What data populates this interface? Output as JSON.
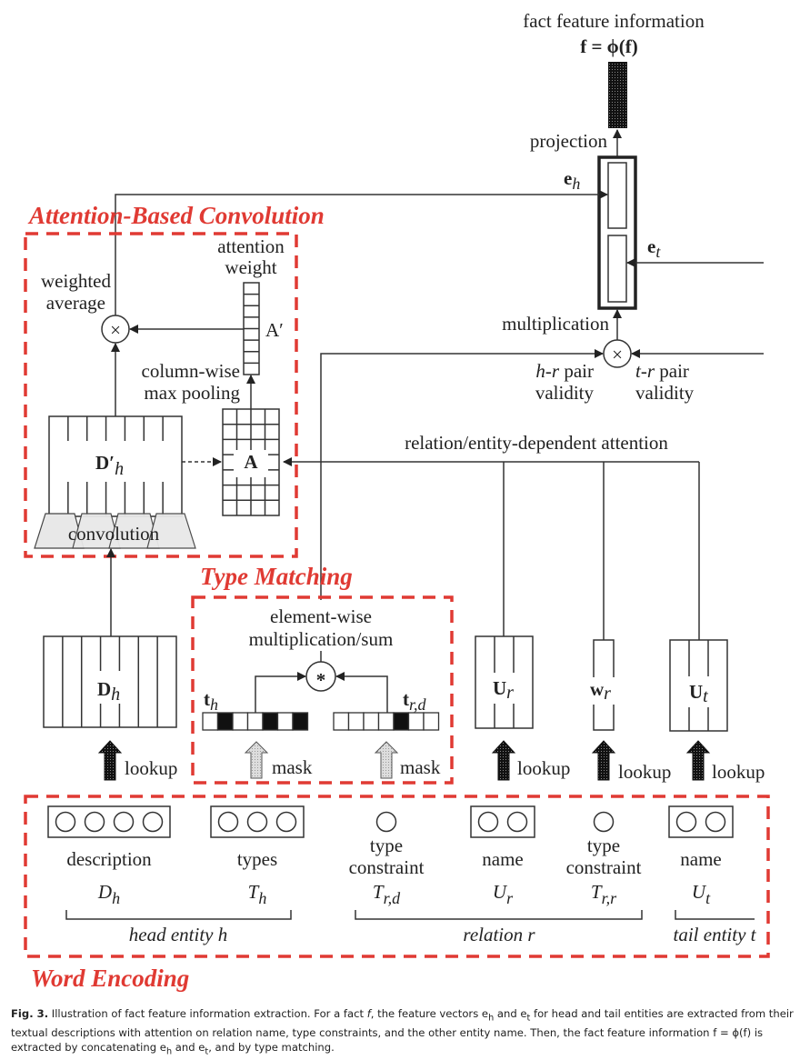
{
  "top": {
    "title": "fact feature information",
    "formula": "f = ϕ(f)",
    "projection": "projection",
    "e_h": "e",
    "e_h_sub": "h",
    "e_t": "e",
    "e_t_sub": "t",
    "multiplication": "multiplication",
    "hr_italic": "h-r",
    "hr_rest": " pair",
    "hr_line2": "validity",
    "tr_italic": "t-r",
    "tr_rest": " pair",
    "tr_line2": "validity"
  },
  "attention_conv": {
    "section_title": "Attention-Based Convolution",
    "attention_weight_1": "attention",
    "attention_weight_2": "weight",
    "weighted_1": "weighted",
    "weighted_2": "average",
    "a_prime": "A′",
    "colwise_1": "column-wise",
    "colwise_2": "max pooling",
    "d_prime": "D′",
    "d_prime_sub": "h",
    "a_label": "A",
    "convolution": "convolution",
    "rel_attention": "relation/entity-dependent attention"
  },
  "type_matching": {
    "section_title": "Type Matching",
    "elementwise_1": "element-wise",
    "elementwise_2": "multiplication/sum",
    "star": "*",
    "t_h": "t",
    "t_h_sub": "h",
    "t_rd": "t",
    "t_rd_sub": "r,d",
    "t_h_cells": [
      0,
      1,
      0,
      0,
      1,
      0,
      1
    ],
    "t_rd_cells": [
      0,
      0,
      0,
      0,
      1,
      0,
      0
    ],
    "mask_left": "mask",
    "mask_right": "mask"
  },
  "matrices": {
    "d_h": "D",
    "d_h_sub": "h",
    "u_r": "U",
    "u_r_sub": "r",
    "w_r": "w",
    "w_r_sub": "r",
    "u_t": "U",
    "u_t_sub": "t",
    "lookup_1": "lookup",
    "lookup_2": "lookup",
    "lookup_3": "lookup",
    "lookup_4": "lookup"
  },
  "word_encoding": {
    "section_title": "Word Encoding",
    "items": [
      {
        "label_1": "description",
        "label_2": "",
        "sym": "D",
        "sub": "h",
        "circles": 4
      },
      {
        "label_1": "types",
        "label_2": "",
        "sym": "T",
        "sub": "h",
        "circles": 3
      },
      {
        "label_1": "type",
        "label_2": "constraint",
        "sym": "T",
        "sub": "r,d",
        "circles": 1
      },
      {
        "label_1": "name",
        "label_2": "",
        "sym": "U",
        "sub": "r",
        "circles": 2
      },
      {
        "label_1": "type",
        "label_2": "constraint",
        "sym": "T",
        "sub": "r,r",
        "circles": 1
      },
      {
        "label_1": "name",
        "label_2": "",
        "sym": "U",
        "sub": "t",
        "circles": 2
      }
    ],
    "groups": [
      "head entity h",
      "relation r",
      "tail entity t"
    ]
  },
  "caption": {
    "fig": "Fig. 3.",
    "text_1": " Illustration of fact feature information extraction. For a fact ",
    "fact_f": "f",
    "text_2": ", the feature vectors e",
    "text_3": " and e",
    "text_4": " for head and tail entities are extracted from their textual descriptions with attention on relation name, type constraints, and the other entity name. Then, the fact feature information f = ϕ(f) is extracted by concatenating e",
    "text_5": " and e",
    "text_6": ", and by type matching.",
    "sub_h": "h",
    "sub_t": "t"
  }
}
